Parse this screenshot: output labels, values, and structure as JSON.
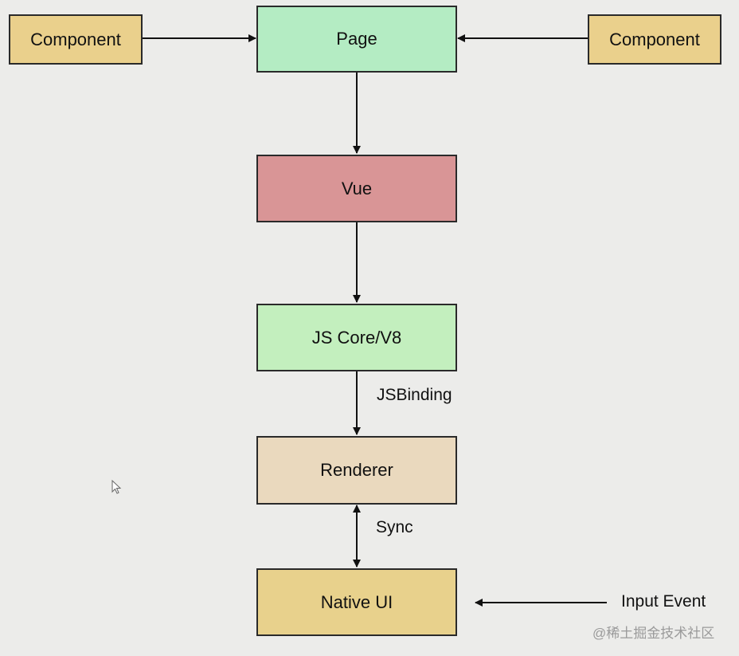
{
  "nodes": {
    "component_left": "Component",
    "component_right": "Component",
    "page": "Page",
    "vue": "Vue",
    "js_core": "JS Core/V8",
    "renderer": "Renderer",
    "native_ui": "Native UI"
  },
  "edge_labels": {
    "jsbinding": "JSBinding",
    "sync": "Sync",
    "input_event": "Input Event"
  },
  "watermark": "@稀土掘金技术社区",
  "colors": {
    "background": "#ececea",
    "component_fill": "#ead08c",
    "page_fill": "#b4ecc3",
    "vue_fill": "#d99596",
    "js_core_fill": "#c3efbe",
    "renderer_fill": "#ead9be",
    "native_ui_fill": "#e8d18c",
    "stroke": "#2a2a2a"
  }
}
